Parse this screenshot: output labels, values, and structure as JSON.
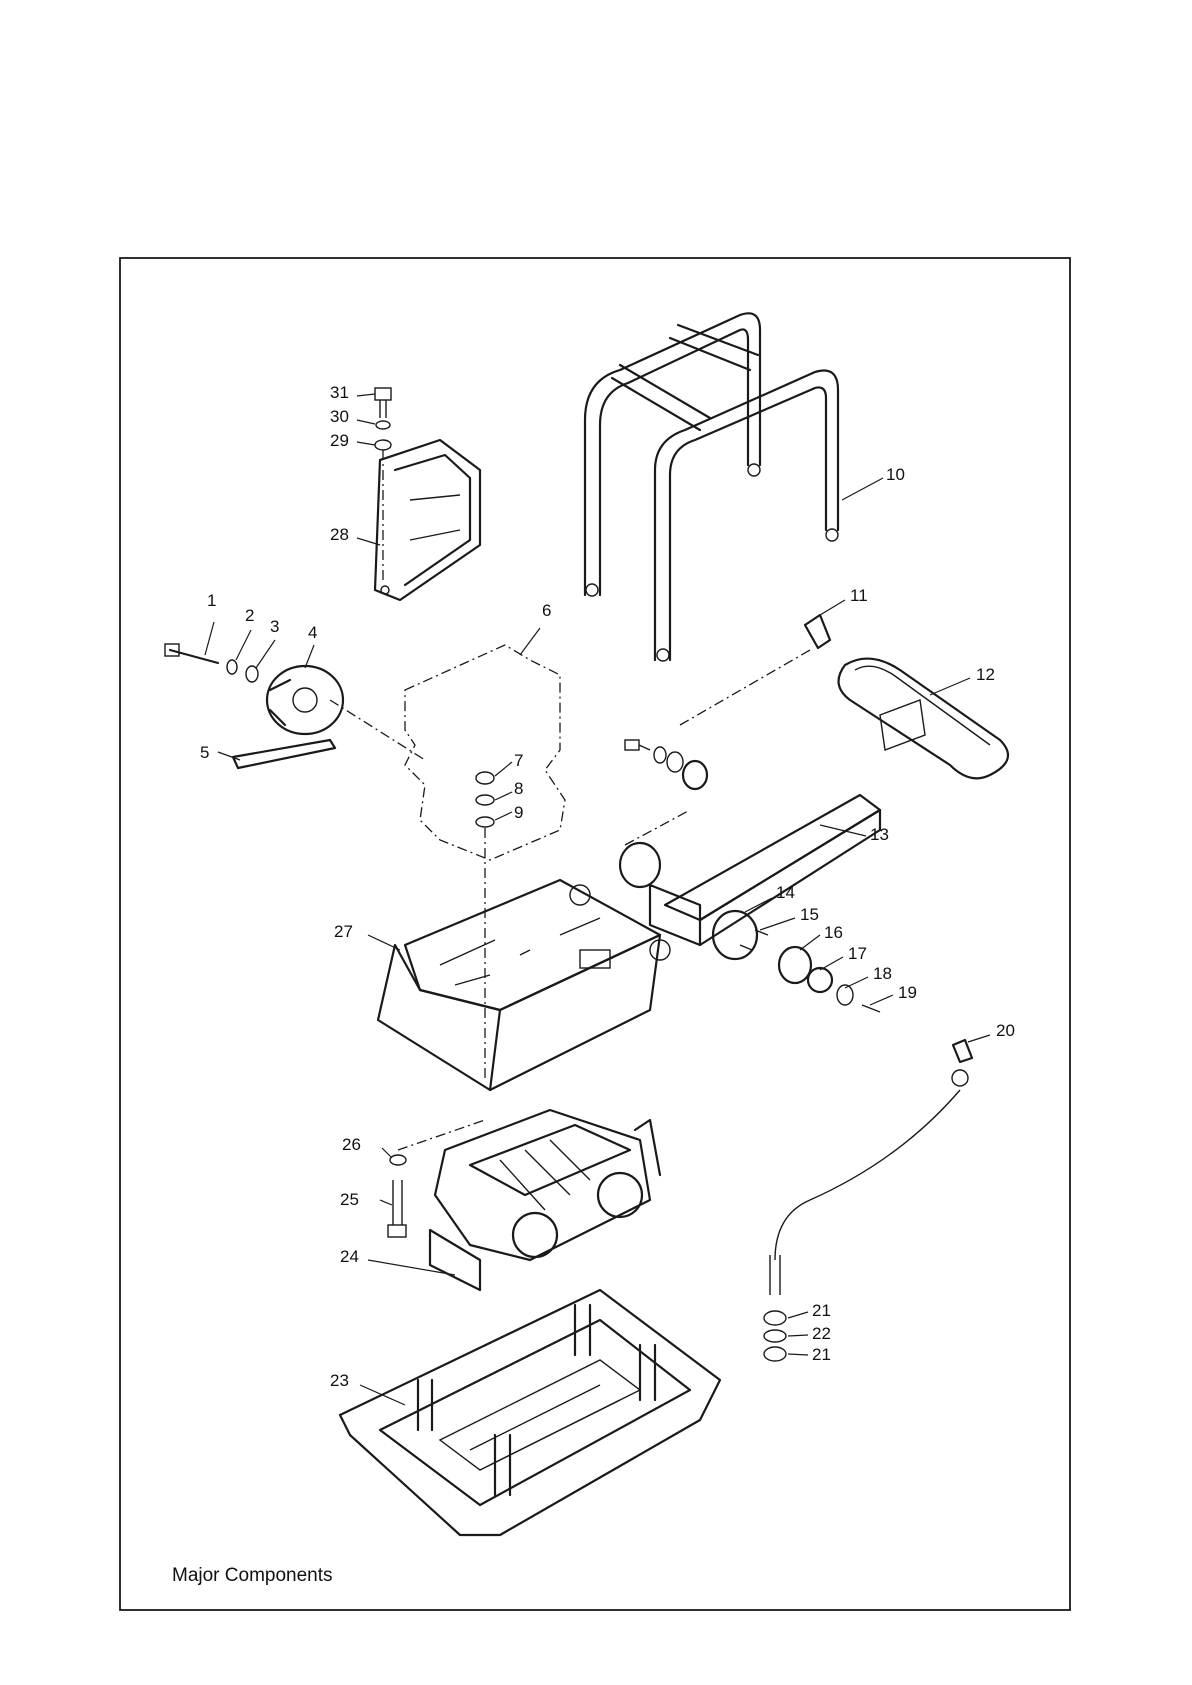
{
  "caption": "Major Components",
  "callouts": [
    {
      "n": "1"
    },
    {
      "n": "2"
    },
    {
      "n": "3"
    },
    {
      "n": "4"
    },
    {
      "n": "5"
    },
    {
      "n": "6"
    },
    {
      "n": "7"
    },
    {
      "n": "8"
    },
    {
      "n": "9"
    },
    {
      "n": "10"
    },
    {
      "n": "11"
    },
    {
      "n": "12"
    },
    {
      "n": "13"
    },
    {
      "n": "14"
    },
    {
      "n": "15"
    },
    {
      "n": "16"
    },
    {
      "n": "17"
    },
    {
      "n": "18"
    },
    {
      "n": "19"
    },
    {
      "n": "20"
    },
    {
      "n": "21"
    },
    {
      "n": "22"
    },
    {
      "n": "21"
    },
    {
      "n": "23"
    },
    {
      "n": "24"
    },
    {
      "n": "25"
    },
    {
      "n": "26"
    },
    {
      "n": "27"
    },
    {
      "n": "28"
    },
    {
      "n": "29"
    },
    {
      "n": "30"
    },
    {
      "n": "31"
    }
  ]
}
